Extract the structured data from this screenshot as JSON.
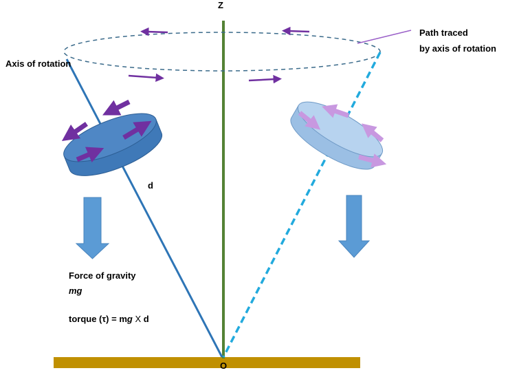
{
  "labels": {
    "z_axis": "Z",
    "origin": "O",
    "axis_of_rotation": "Axis of rotation",
    "path_line1": "Path traced",
    "path_line2": "by axis of rotation",
    "d": "d",
    "force_line1": "Force of gravity",
    "force_mg": "mg",
    "torque_prefix": "torque (τ) = m",
    "torque_g": "g",
    "torque_x": " X ",
    "torque_d": "d"
  },
  "colors": {
    "ground": "#c09000",
    "vertical_axis": "#548235",
    "spin_axis": "#2e75b6",
    "spin_axis_dashed": "#22aadd",
    "path_ellipse": "#3a6a8a",
    "gravity_arrow": "#5b9bd5",
    "disc_left": "#4f87c5",
    "disc_right": "#a9c9ea",
    "spin_arrows_left": "#7030a0",
    "spin_arrows_right": "#c898e0",
    "path_arrows": "#7030a0",
    "callout_line": "#9a60c8"
  },
  "icons": {
    "gravity": "down-arrow-icon",
    "spin": "direction-arrow-icon"
  }
}
